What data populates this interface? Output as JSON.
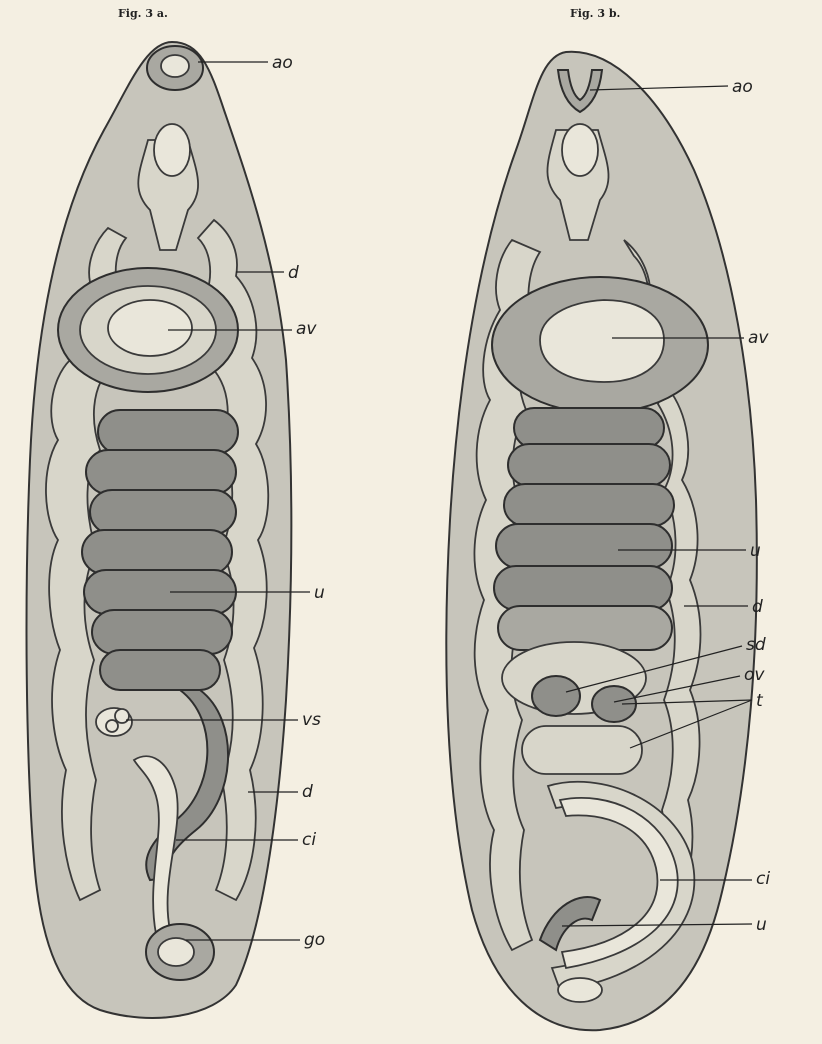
{
  "figures": [
    {
      "title": "Fig. 3 a.",
      "labels": [
        "ao",
        "d",
        "av",
        "u",
        "vs",
        "d",
        "ci",
        "go"
      ]
    },
    {
      "title": "Fig. 3 b.",
      "labels": [
        "ao",
        "av",
        "u",
        "d",
        "sd",
        "ov",
        "t",
        "ci",
        "u"
      ]
    }
  ]
}
